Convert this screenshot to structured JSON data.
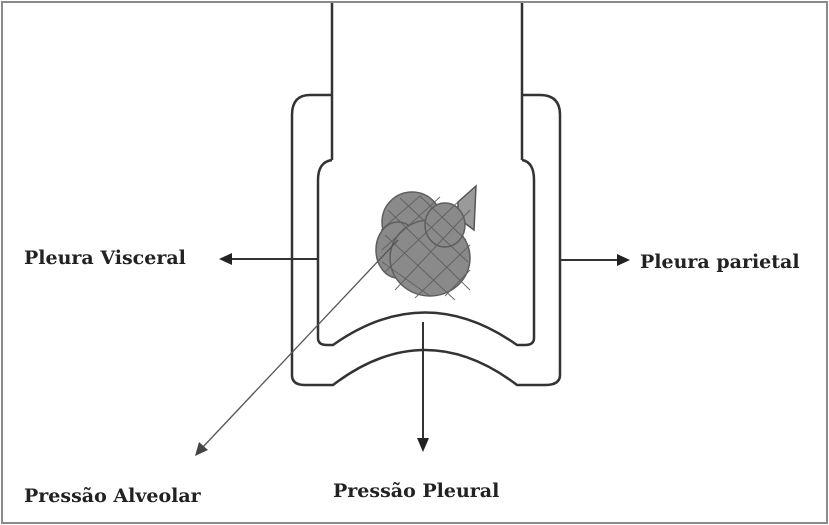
{
  "labels": {
    "visceral": "Pleura Visceral",
    "parietal": "Pleura parietal",
    "alveolar": "Pressão Alveolar",
    "pleural": "Pressão Pleural"
  },
  "colors": {
    "line": "#333333",
    "alveolus_fill": "#8a8a8a",
    "alveolus_mesh": "#5e5e5e",
    "background": "#ffffff"
  }
}
